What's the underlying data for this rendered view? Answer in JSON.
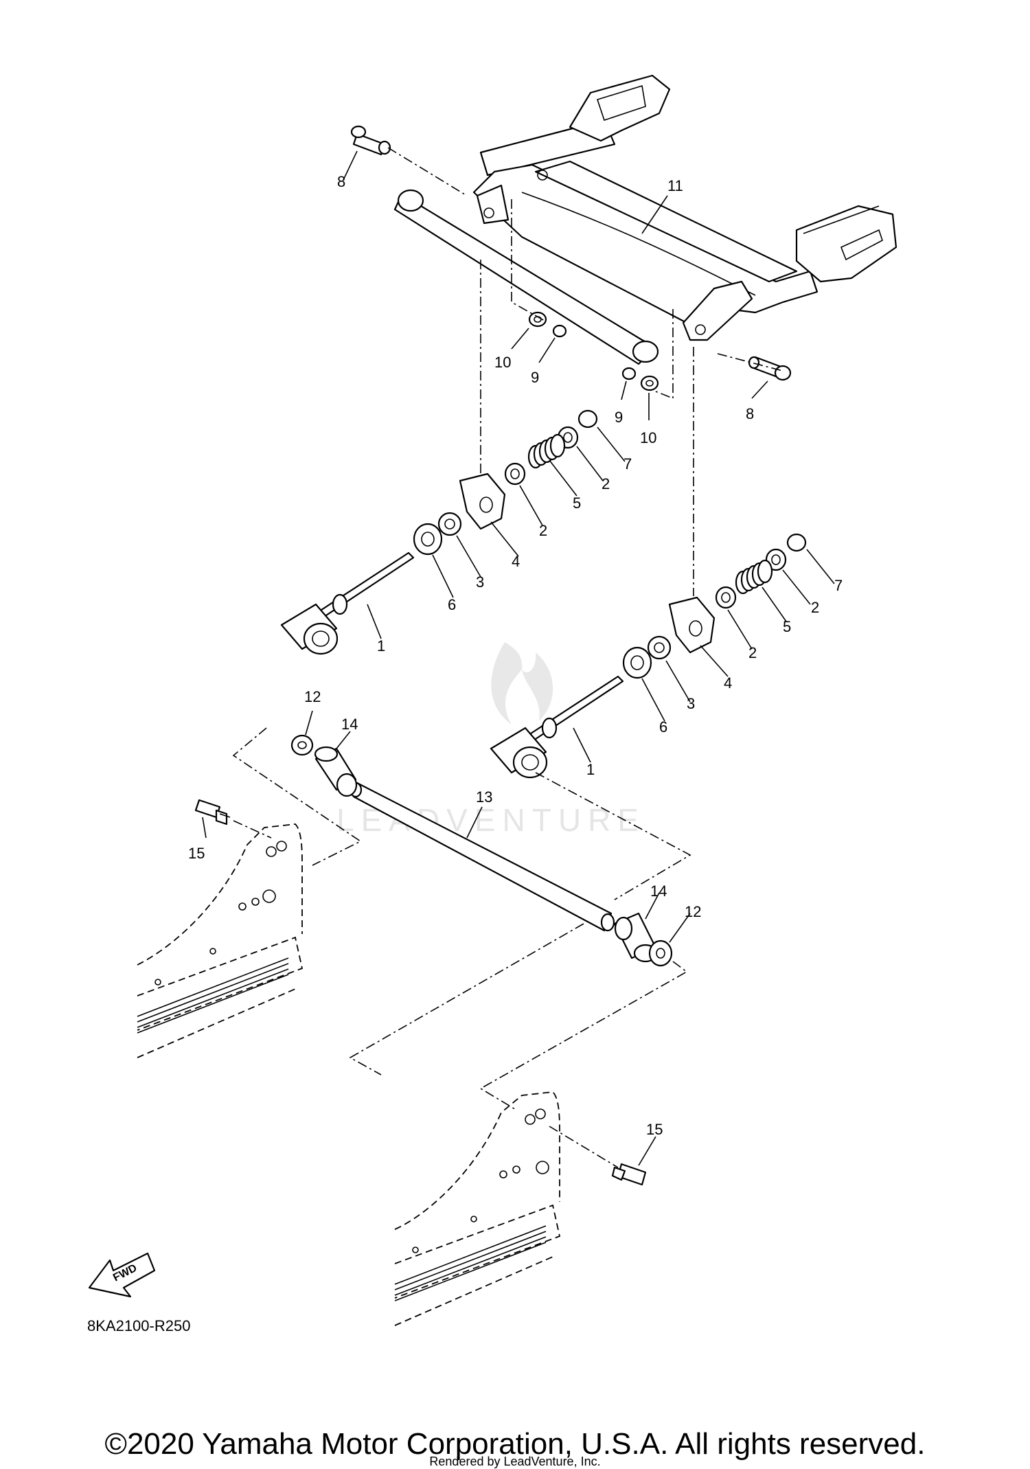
{
  "diagram": {
    "callouts": [
      {
        "id": "c8a",
        "text": "8"
      },
      {
        "id": "c11",
        "text": "11"
      },
      {
        "id": "c10a",
        "text": "10"
      },
      {
        "id": "c9a",
        "text": "9"
      },
      {
        "id": "c8b",
        "text": "8"
      },
      {
        "id": "c9b",
        "text": "9"
      },
      {
        "id": "c10b",
        "text": "10"
      },
      {
        "id": "c7a",
        "text": "7"
      },
      {
        "id": "c2a",
        "text": "2"
      },
      {
        "id": "c5a",
        "text": "5"
      },
      {
        "id": "c2b",
        "text": "2"
      },
      {
        "id": "c4a",
        "text": "4"
      },
      {
        "id": "c3a",
        "text": "3"
      },
      {
        "id": "c6a",
        "text": "6"
      },
      {
        "id": "c1a",
        "text": "1"
      },
      {
        "id": "c7b",
        "text": "7"
      },
      {
        "id": "c2c",
        "text": "2"
      },
      {
        "id": "c5b",
        "text": "5"
      },
      {
        "id": "c2d",
        "text": "2"
      },
      {
        "id": "c4b",
        "text": "4"
      },
      {
        "id": "c3b",
        "text": "3"
      },
      {
        "id": "c6b",
        "text": "6"
      },
      {
        "id": "c1b",
        "text": "1"
      },
      {
        "id": "c12a",
        "text": "12"
      },
      {
        "id": "c14a",
        "text": "14"
      },
      {
        "id": "c13",
        "text": "13"
      },
      {
        "id": "c15a",
        "text": "15"
      },
      {
        "id": "c14b",
        "text": "14"
      },
      {
        "id": "c12b",
        "text": "12"
      },
      {
        "id": "c15b",
        "text": "15"
      }
    ],
    "diagram_code": "8KA2100-R250",
    "fwd_label": "FWD",
    "watermark": "LEADVENTURE"
  },
  "footer": {
    "copyright": "©2020 Yamaha Motor Corporation, U.S.A. All rights reserved.",
    "rendered_by": "Rendered by LeadVenture, Inc."
  }
}
